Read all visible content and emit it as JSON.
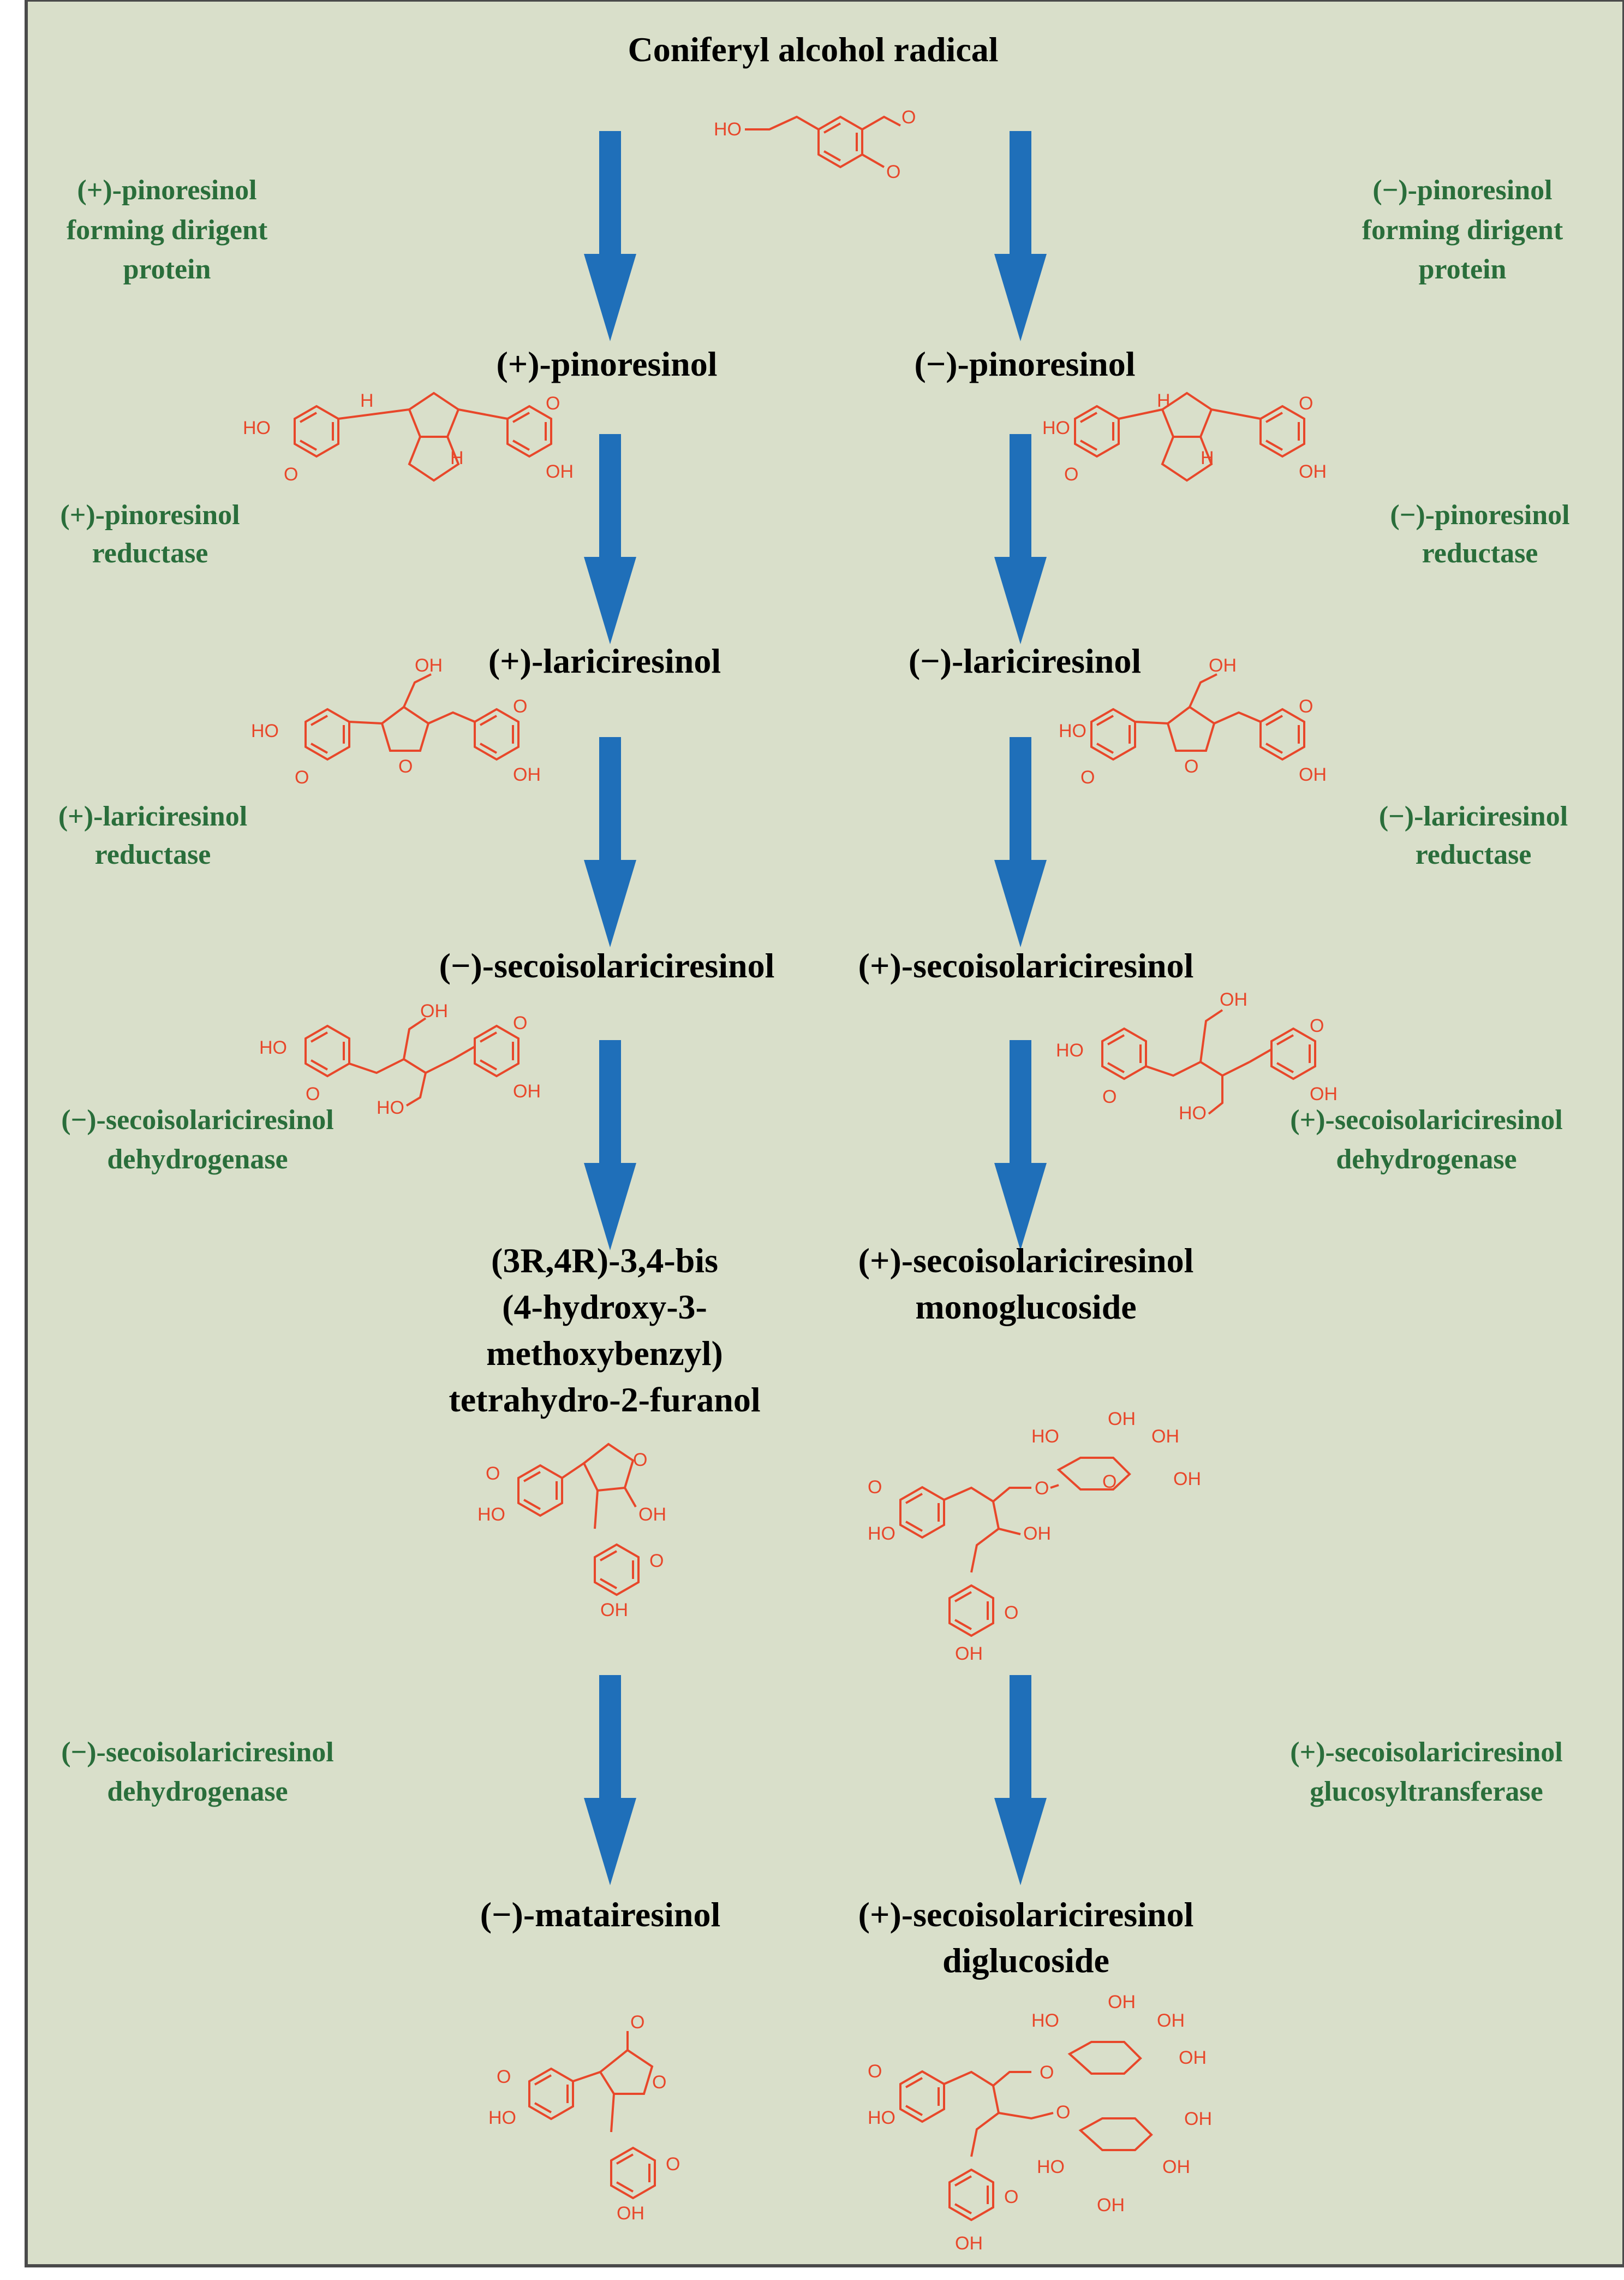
{
  "colors": {
    "background": "#d9dfca",
    "border": "#4a4a4a",
    "arrow": "#1f6fb9",
    "enzyme_text": "#2a6e3b",
    "structure": "#e8472a",
    "compound_text": "#000000"
  },
  "title": "Coniferyl alcohol radical",
  "compounds": {
    "plus_pinoresinol": "(+)-pinoresinol",
    "minus_pinoresinol": "(−)-pinoresinol",
    "plus_lariciresinol": "(+)-lariciresinol",
    "minus_lariciresinol": "(−)-lariciresinol",
    "minus_seco": "(−)-secoisolariciresinol",
    "plus_seco": "(+)-secoisolariciresinol",
    "furanol_lines": [
      "(3R,4R)-3,4-bis",
      "(4-hydroxy-3-",
      "methoxybenzyl)",
      "tetrahydro-2-furanol"
    ],
    "monoglucoside_lines": [
      "(+)-secoisolariciresinol",
      "monoglucoside"
    ],
    "minus_matairesinol": "(−)-matairesinol",
    "diglucoside_lines": [
      "(+)-secoisolariciresinol",
      "diglucoside"
    ]
  },
  "enzymes": {
    "plus_dirigent": [
      "(+)-pinoresinol",
      "forming dirigent",
      "protein"
    ],
    "minus_dirigent": [
      "(−)-pinoresinol",
      "forming dirigent",
      "protein"
    ],
    "plus_pin_reductase": [
      "(+)-pinoresinol",
      "reductase"
    ],
    "minus_pin_reductase": [
      "(−)-pinoresinol",
      "reductase"
    ],
    "plus_lar_reductase": [
      "(+)-lariciresinol",
      "reductase"
    ],
    "minus_lar_reductase": [
      "(−)-lariciresinol",
      "reductase"
    ],
    "minus_seco_dehydrogenase_1": [
      "(−)-secoisolariciresinol",
      "dehydrogenase"
    ],
    "plus_seco_dehydrogenase": [
      "(+)-secoisolariciresinol",
      "dehydrogenase"
    ],
    "minus_seco_dehydrogenase_2": [
      "(−)-secoisolariciresinol",
      "dehydrogenase"
    ],
    "plus_seco_glucosyltransferase": [
      "(+)-secoisolariciresinol",
      "glucosyltransferase"
    ]
  },
  "atom_labels": {
    "ho": "HO",
    "oh": "OH",
    "o": "O",
    "h": "H"
  }
}
